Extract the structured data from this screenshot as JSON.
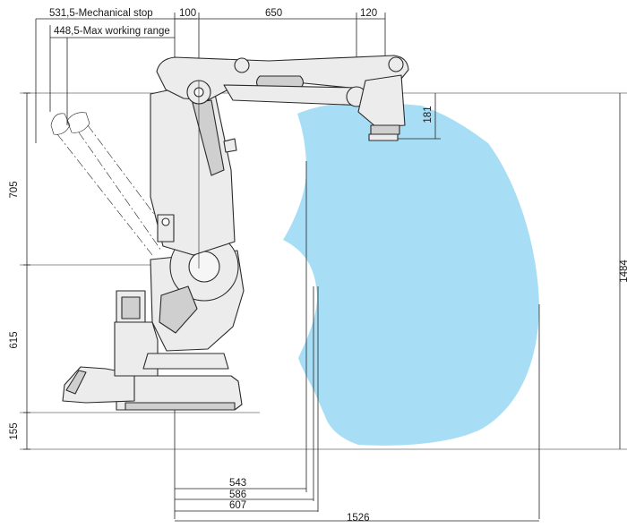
{
  "colors": {
    "envelope": "#a8def5",
    "robot_fill": "#ececec",
    "robot_shade": "#cfcfcf",
    "line": "#222222"
  },
  "icons": [
    "robot-arm-drawing",
    "working-envelope"
  ],
  "dimensions": {
    "mechanical_stop": "531,5-Mechanical stop",
    "max_working_range": "448,5-Max working range",
    "top_100": "100",
    "top_650": "650",
    "top_120": "120",
    "right_181": "181",
    "left_705": "705",
    "left_615": "615",
    "left_155": "155",
    "right_1484": "1484",
    "bottom_543": "543",
    "bottom_586": "586",
    "bottom_607": "607",
    "bottom_1526": "1526"
  }
}
